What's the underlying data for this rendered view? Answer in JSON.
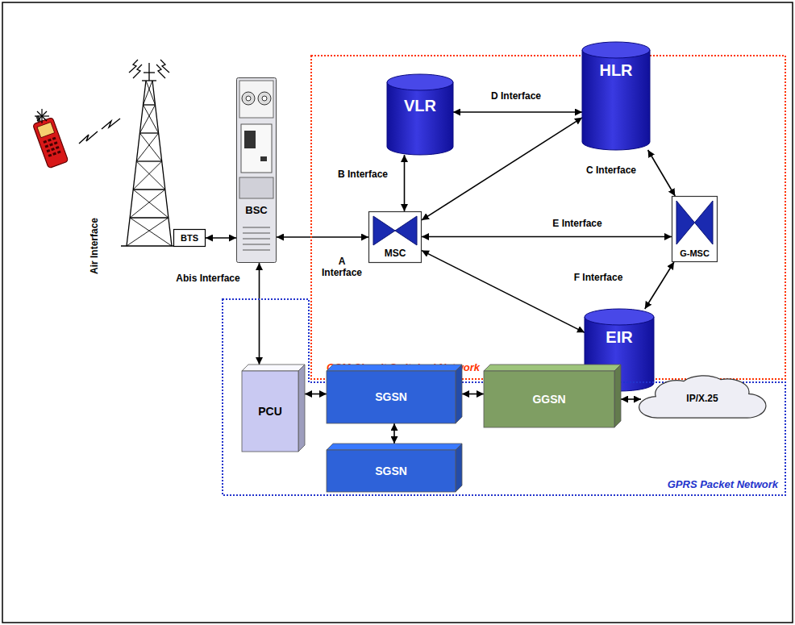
{
  "diagram": {
    "nodes": [
      {
        "text": [
          "BTS"
        ]
      },
      {
        "text": [
          "BSC"
        ]
      },
      {
        "text": [
          "GSM Circuit Switched Network"
        ]
      },
      {
        "text": [
          "VLR"
        ],
        "in": 2
      },
      {
        "text": [
          "HLR"
        ],
        "in": 2
      },
      {
        "text": [
          "MSC"
        ],
        "in": 2
      },
      {
        "text": [
          "G-MSC"
        ],
        "in": 2
      },
      {
        "text": [
          "EIR"
        ],
        "in": 2
      },
      {
        "text": [
          "GPRS Packet Network"
        ]
      },
      {
        "text": [
          "PCU"
        ],
        "in": 8
      },
      {
        "text": [
          "SGSN"
        ],
        "in": 8
      },
      {
        "text": [
          "GGSN"
        ],
        "in": 8
      },
      {
        "text": [
          "IP/X.25"
        ],
        "in": 8
      },
      {
        "text": [
          "SGSN"
        ],
        "in": 8
      }
    ],
    "edges": [
      {
        "from": 0,
        "to": 1,
        "arrow": "both",
        "label": "Abis Interface"
      },
      {
        "from": 1,
        "to": 5,
        "arrow": "both",
        "label": "A Interface"
      },
      {
        "from": 3,
        "to": 5,
        "arrow": "both",
        "label": "B Interface"
      },
      {
        "from": 3,
        "to": 4,
        "arrow": "both",
        "label": "D Interface"
      },
      {
        "from": 5,
        "to": 4,
        "arrow": "both"
      },
      {
        "from": 4,
        "to": 6,
        "arrow": "both",
        "label": "C Interface"
      },
      {
        "from": 5,
        "to": 6,
        "arrow": "both",
        "label": "E Interface"
      },
      {
        "from": 5,
        "to": 7,
        "arrow": "both",
        "label": "F Interface"
      },
      {
        "from": 6,
        "to": 7,
        "arrow": "both"
      },
      {
        "from": 1,
        "to": 9,
        "arrow": "both"
      },
      {
        "from": 9,
        "to": 10,
        "arrow": "both"
      },
      {
        "from": 10,
        "to": 11,
        "arrow": "both"
      },
      {
        "from": 11,
        "to": 12,
        "arrow": "both"
      },
      {
        "from": 10,
        "to": 13,
        "arrow": "both"
      }
    ],
    "labels": [
      "Air Interface"
    ]
  }
}
